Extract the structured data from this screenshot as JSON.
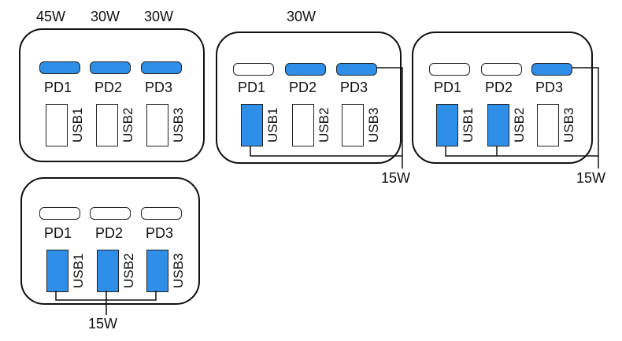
{
  "panel1": {
    "pd1_power": "45W",
    "pd2_power": "30W",
    "pd3_power": "30W",
    "pd1": "PD1",
    "pd2": "PD2",
    "pd3": "PD3",
    "usb1": "USB1",
    "usb2": "USB2",
    "usb3": "USB3",
    "active": [
      "pd1",
      "pd2",
      "pd3"
    ]
  },
  "panel2": {
    "top_power": "30W",
    "shared_power": "15W",
    "pd1": "PD1",
    "pd2": "PD2",
    "pd3": "PD3",
    "usb1": "USB1",
    "usb2": "USB2",
    "usb3": "USB3",
    "active": [
      "pd2",
      "pd3",
      "usb1"
    ]
  },
  "panel3": {
    "shared_power": "15W",
    "pd1": "PD1",
    "pd2": "PD2",
    "pd3": "PD3",
    "usb1": "USB1",
    "usb2": "USB2",
    "usb3": "USB3",
    "active": [
      "pd3",
      "usb1",
      "usb2"
    ]
  },
  "panel4": {
    "shared_power": "15W",
    "pd1": "PD1",
    "pd2": "PD2",
    "pd3": "PD3",
    "usb1": "USB1",
    "usb2": "USB2",
    "usb3": "USB3",
    "active": [
      "usb1",
      "usb2",
      "usb3"
    ]
  },
  "colors": {
    "active_port": "#2f8fe8",
    "outline": "#111111"
  }
}
